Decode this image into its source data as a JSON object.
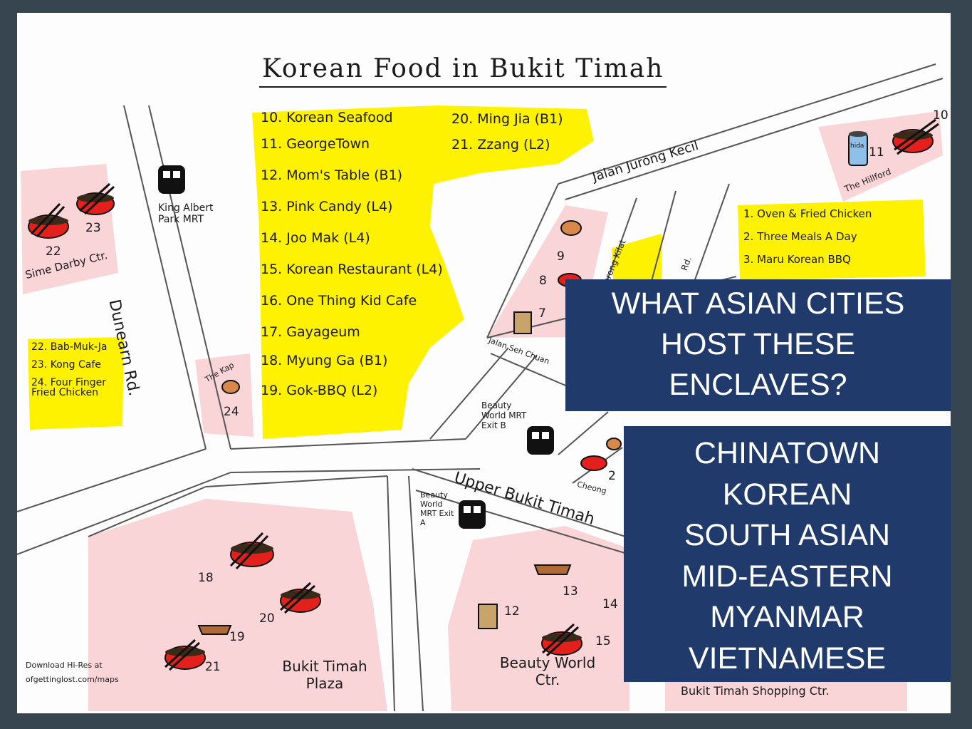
{
  "title": "Korean Food in Bukit Timah",
  "list_a": [
    "10. Korean Seafood",
    "11. GeorgeTown",
    "12. Mom's Table (B1)",
    "13. Pink Candy (L4)",
    "14. Joo Mak (L4)",
    "15. Korean Restaurant (L4)",
    "16. One Thing Kid Cafe",
    "17. Gayageum",
    "18. Myung Ga (B1)",
    "19. Gok-BBQ (L2)"
  ],
  "list_b": [
    "20. Ming Jia (B1)",
    "21. Zzang (L2)"
  ],
  "list_c": [
    "22. Bab-Muk-Ja",
    "23. Kong Cafe",
    "24. Four Finger Fried Chicken"
  ],
  "list_d": [
    "1. Oven & Fried Chicken",
    "2. Three Meals A Day",
    "3. Maru Korean BBQ"
  ],
  "labels": {
    "king_albert": "King Albert Park MRT",
    "dunearn": "Dunearn Rd.",
    "sime_darby": "Sime Darby Ctr.",
    "the_kap": "The Kap",
    "jalan_jurong_kecil": "Jalan Jurong Kecil",
    "lorong_kilat": "Lorong Kilat",
    "jalan_seh_chuan": "Jalan Seh Chuan",
    "the_hillford": "The Hillford",
    "beauty_world_b": "Beauty World MRT Exit B",
    "beauty_world_a": "Beauty World MRT Exit A",
    "upper_bukit_timah": "Upper Bukit Timah",
    "cheong": "Cheong",
    "bukit_timah_plaza": "Bukit Timah Plaza",
    "beauty_world_ctr": "Beauty World Ctr.",
    "bukit_timah_shopping": "Bukit Timah Shopping Ctr.",
    "download": "Download Hi-Res at ofgettinglost.com/maps",
    "rd": "Rd.",
    "can": "hida"
  },
  "markers": {
    "n22": "22",
    "n23": "23",
    "n24": "24",
    "n9": "9",
    "n8": "8",
    "n7": "7",
    "n18": "18",
    "n19": "19",
    "n20": "20",
    "n21": "21",
    "n13": "13",
    "n14": "14",
    "n12": "12",
    "n15": "15",
    "n10": "10",
    "n11": "11",
    "n2": "2"
  },
  "question": [
    "WHAT ASIAN CITIES",
    "HOST THESE",
    "ENCLAVES?"
  ],
  "answers": [
    "CHINATOWN",
    "KOREAN",
    "SOUTH ASIAN",
    "MID-EASTERN",
    "MYANMAR",
    "VIETNAMESE"
  ],
  "colors": {
    "yellow": "#fff200",
    "pink": "#f9d5d8",
    "bowl": "#e3201b",
    "box": "#1f3a6b",
    "frame": "#36454f"
  }
}
